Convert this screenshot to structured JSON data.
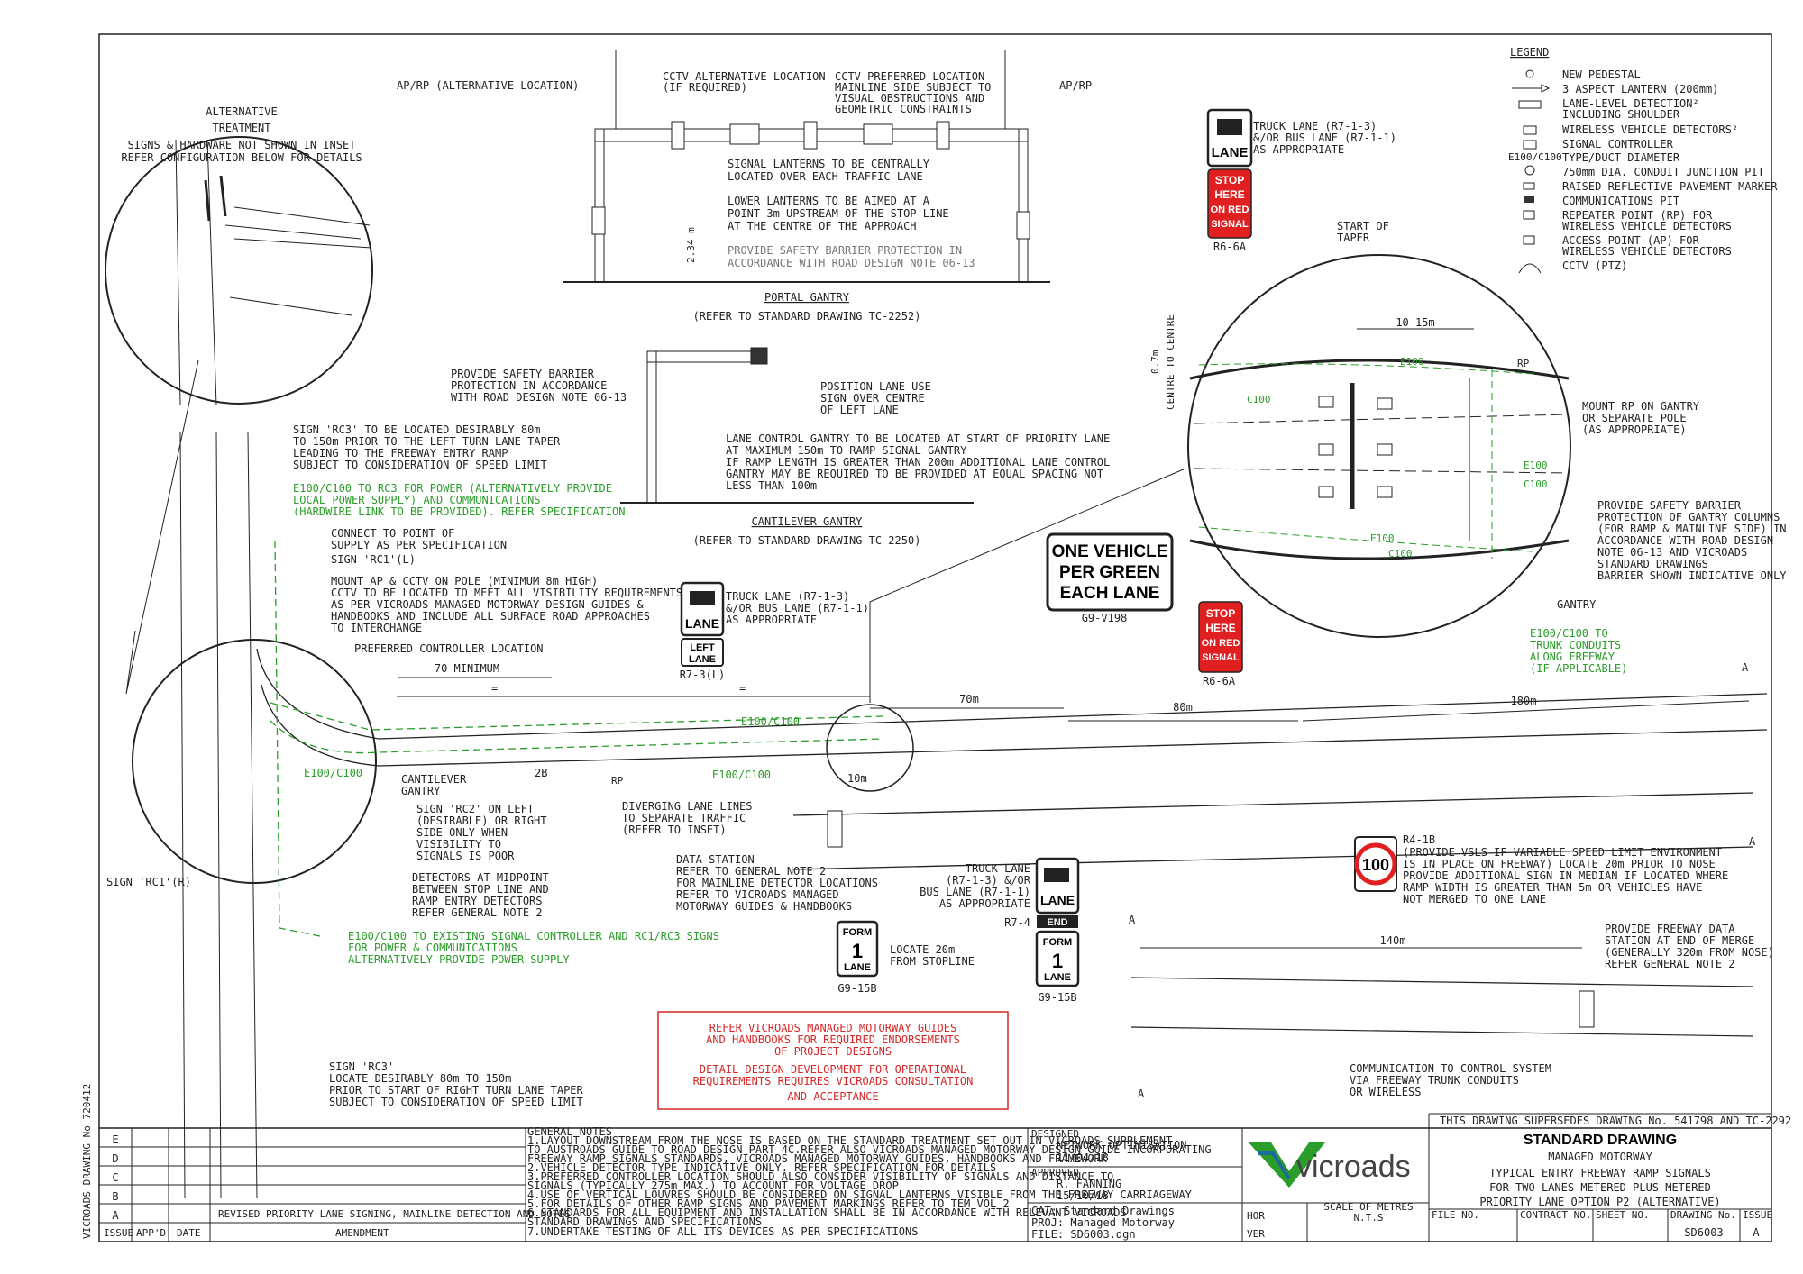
{
  "alt_treatment": {
    "title1": "ALTERNATIVE",
    "title2": "TREATMENT",
    "sub1": "SIGNS & HARDWARE NOT SHOWN IN INSET",
    "sub2": "REFER CONFIGURATION BELOW FOR DETAILS"
  },
  "portal": {
    "ap_alt": "AP/RP (ALTERNATIVE LOCATION)",
    "cctv_alt1": "CCTV ALTERNATIVE LOCATION",
    "cctv_alt2": "(IF REQUIRED)",
    "cctv_pref1": "CCTV PREFERRED LOCATION",
    "cctv_pref2": "MAINLINE SIDE SUBJECT TO",
    "cctv_pref3": "VISUAL OBSTRUCTIONS AND",
    "cctv_pref4": "GEOMETRIC CONSTRAINTS",
    "ap_rp": "AP/RP",
    "note1a": "SIGNAL LANTERNS TO BE CENTRALLY",
    "note1b": "LOCATED OVER EACH TRAFFIC LANE",
    "note2a": "LOWER LANTERNS TO BE AIMED AT A",
    "note2b": "POINT 3m UPSTREAM OF THE STOP LINE",
    "note2c": "AT THE CENTRE OF THE APPROACH",
    "note3a": "PROVIDE SAFETY BARRIER PROTECTION IN",
    "note3b": "ACCORDANCE WITH ROAD DESIGN NOTE 06-13",
    "dim": "2.34 m",
    "sign_text1": "ONE VEHICLE",
    "sign_text2": "PER GREEN",
    "sign_text3": "EACH LANE",
    "title": "PORTAL GANTRY",
    "ref": "(REFER TO STANDARD DRAWING TC-2252)"
  },
  "cantilever": {
    "barrier1": "PROVIDE SAFETY BARRIER",
    "barrier2": "PROTECTION IN ACCORDANCE",
    "barrier3": "WITH ROAD DESIGN NOTE 06-13",
    "pos1": "POSITION LANE USE",
    "pos2": "SIGN OVER CENTRE",
    "pos3": "OF LEFT LANE",
    "lc1": "LANE CONTROL GANTRY TO BE LOCATED AT START OF PRIORITY LANE",
    "lc2": "AT MAXIMUM 150m TO RAMP SIGNAL GANTRY",
    "lc3": "IF RAMP LENGTH IS GREATER THAN 200m ADDITIONAL LANE CONTROL",
    "lc4": "GANTRY MAY BE REQUIRED TO BE PROVIDED AT EQUAL SPACING NOT",
    "lc5": "LESS THAN 100m",
    "title": "CANTILEVER GANTRY",
    "ref": "(REFER TO STANDARD DRAWING TC-2250)"
  },
  "legend": {
    "title": "LEGEND",
    "items": [
      "NEW PEDESTAL",
      "3 ASPECT LANTERN  (200mm)",
      "LANE-LEVEL DETECTION²",
      "INCLUDING SHOULDER",
      "WIRELESS VEHICLE DETECTORS²",
      "SIGNAL CONTROLLER",
      "TYPE/DUCT DIAMETER",
      "750mm DIA. CONDUIT JUNCTION PIT",
      "RAISED REFLECTIVE PAVEMENT MARKER",
      "COMMUNICATIONS PIT",
      "REPEATER POINT (RP) FOR",
      "WIRELESS VEHICLE DETECTORS",
      "ACCESS POINT (AP) FOR",
      "WIRELESS VEHICLE DETECTORS",
      "CCTV (PTZ)"
    ],
    "e100": "E100/C100"
  },
  "signs": {
    "lane": "LANE",
    "truck1": "TRUCK LANE (R7-1-3)",
    "truck2": "&/OR BUS LANE (R7-1-1)",
    "truck3": "AS APPROPRIATE",
    "stop1": "STOP",
    "stop2": "HERE",
    "stop3": "ON RED",
    "stop4": "SIGNAL",
    "r66a": "R6-6A",
    "r66a2": "R6-6A",
    "left1": "LEFT",
    "left2": "LANE",
    "r73l": "R7-3(L)",
    "g9v198": "G9-V198",
    "form": "FORM",
    "one": "1",
    "g915b": "G9-15B",
    "g915b2": "G9-15B",
    "locate1": "LOCATE 20m",
    "locate2": "FROM STOPLINE",
    "truckb1": "TRUCK LANE",
    "truckb2": "(R7-1-3) &/OR",
    "truckb3": "BUS LANE (R7-1-1)",
    "truckb4": "AS APPROPRIATE",
    "r74": "R7-4",
    "end": "END",
    "speed": "100",
    "r41b": "R4-1B",
    "vsls1": "(PROVIDE VSLS IF VARIABLE SPEED LIMIT ENVIRONMENT",
    "vsls2": "IS IN PLACE ON FREEWAY) LOCATE 20m PRIOR TO NOSE",
    "vsls3": "PROVIDE ADDITIONAL SIGN IN MEDIAN IF LOCATED WHERE",
    "vsls4": "RAMP WIDTH IS GREATER THAN 5m OR VEHICLES HAVE",
    "vsls5": "NOT MERGED TO ONE LANE"
  },
  "inset": {
    "start1": "START OF",
    "start2": "TAPER",
    "dim": "10-15m",
    "ctc": "0.7m",
    "ctc2": "CENTRE TO CENTRE",
    "e100": "E100",
    "c100": "C100",
    "rp": "RP",
    "mount1": "MOUNT RP ON GANTRY",
    "mount2": "OR SEPARATE POLE",
    "mount3": "(AS APPROPRIATE)",
    "prot1": "PROVIDE SAFETY BARRIER",
    "prot2": "PROTECTION OF GANTRY COLUMNS",
    "prot3": "(FOR RAMP & MAINLINE SIDE) IN",
    "prot4": "ACCORDANCE WITH ROAD DESIGN",
    "prot5": "NOTE 06-13 AND VICROADS",
    "prot6": "STANDARD DRAWINGS",
    "prot7": "BARRIER SHOWN INDICATIVE ONLY",
    "gantry": "GANTRY",
    "trunk1": "E100/C100 TO",
    "trunk2": "TRUNK CONDUITS",
    "trunk3": "ALONG FREEWAY",
    "trunk4": "(IF APPLICABLE)"
  },
  "plan": {
    "rc3a": "SIGN 'RC3' TO BE LOCATED DESIRABLY 80m",
    "rc3b": "TO 150m PRIOR TO THE LEFT TURN LANE TAPER",
    "rc3c": "LEADING TO THE FREEWAY ENTRY RAMP",
    "rc3d": "SUBJECT TO CONSIDERATION OF SPEED LIMIT",
    "pw1": "E100/C100 TO RC3 FOR POWER (ALTERNATIVELY PROVIDE",
    "pw2": "LOCAL POWER SUPPLY) AND COMMUNICATIONS",
    "pw3": "(HARDWIRE LINK TO BE PROVIDED). REFER SPECIFICATION",
    "conn1": "CONNECT TO POINT OF",
    "conn2": "SUPPLY AS PER SPECIFICATION",
    "rc1l": "SIGN 'RC1'(L)",
    "mnt1": "MOUNT AP & CCTV ON POLE (MINIMUM 8m HIGH)",
    "mnt2": "CCTV TO BE LOCATED TO MEET ALL VISIBILITY REQUIREMENTS",
    "mnt3": "AS PER VICROADS MANAGED MOTORWAY DESIGN GUIDES &",
    "mnt4": "HANDBOOKS AND INCLUDE ALL SURFACE ROAD APPROACHES",
    "mnt5": "TO INTERCHANGE",
    "pref": "PREFERRED CONTROLLER LOCATION",
    "min70": "70 MINIMUM",
    "eq": "=",
    "m70": "70m",
    "m80": "80m",
    "m180": "180m",
    "m10": "10m",
    "m140": "140m",
    "a": "A",
    "e100c100": "E100/C100",
    "cant1": "CANTILEVER",
    "cant2": "GANTRY",
    "b2": "2B",
    "rp": "RP",
    "rc2a": "SIGN 'RC2' ON LEFT",
    "rc2b": "(DESIRABLE) OR RIGHT",
    "rc2c": "SIDE ONLY WHEN",
    "rc2d": "VISIBILITY TO",
    "rc2e": "SIGNALS IS POOR",
    "div1": "DIVERGING LANE LINES",
    "div2": "TO SEPARATE TRAFFIC",
    "div3": "(REFER TO INSET)",
    "ds1": "DATA STATION",
    "ds2": "REFER TO GENERAL NOTE 2",
    "ds3": "FOR MAINLINE DETECTOR LOCATIONS",
    "ds4": "REFER TO VICROADS MANAGED",
    "ds5": "MOTORWAY GUIDES & HANDBOOKS",
    "det1": "DETECTORS AT MIDPOINT",
    "det2": "BETWEEN STOP LINE AND",
    "det3": "RAMP ENTRY DETECTORS",
    "det4": "REFER GENERAL NOTE 2",
    "rc1r": "SIGN 'RC1'(R)",
    "ex1": "E100/C100 TO EXISTING SIGNAL CONTROLLER AND RC1/RC3 SIGNS",
    "ex2": "FOR POWER & COMMUNICATIONS",
    "ex3": "ALTERNATIVELY PROVIDE POWER SUPPLY",
    "rc3r1": "SIGN 'RC3'",
    "rc3r2": "LOCATE DESIRABLY 80m TO 150m",
    "rc3r3": "PRIOR TO START OF RIGHT TURN LANE TAPER",
    "rc3r4": "SUBJECT TO CONSIDERATION OF SPEED LIMIT",
    "fds1": "PROVIDE FREEWAY DATA",
    "fds2": "STATION AT END OF MERGE",
    "fds3": "(GENERALLY 320m FROM NOSE)",
    "fds4": "REFER GENERAL NOTE 2",
    "comm1": "COMMUNICATION TO CONTROL SYSTEM",
    "comm2": "VIA FREEWAY TRUNK CONDUITS",
    "comm3": "OR WIRELESS"
  },
  "redbox": {
    "l1": "REFER VICROADS MANAGED MOTORWAY GUIDES",
    "l2": "AND HANDBOOKS FOR REQUIRED ENDORSEMENTS",
    "l3": "OF PROJECT DESIGNS",
    "l4": "DETAIL DESIGN DEVELOPMENT FOR OPERATIONAL",
    "l5": "REQUIREMENTS REQUIRES VICROADS CONSULTATION",
    "l6": "AND ACCEPTANCE"
  },
  "titleblock": {
    "side": "VICROADS DRAWING No 720412",
    "issues": [
      "E",
      "D",
      "C",
      "B",
      "A"
    ],
    "amend_a": "REVISED PRIORITY LANE SIGNING, MAINLINE DETECTION AND NOTES",
    "h_issue": "ISSUE",
    "h_appd": "APP'D",
    "h_date": "DATE",
    "h_amend": "AMENDMENT",
    "notes_title": "GENERAL NOTES",
    "notes": [
      "1.LAYOUT DOWNSTREAM FROM THE NOSE IS BASED ON THE STANDARD TREATMENT SET OUT IN VICROADS SUPPLEMENT",
      "  TO AUSTROADS GUIDE TO ROAD DESIGN PART 4C.REFER ALSO VICROADS MANAGED MOTORWAY DESIGN GUIDE INCORPORATING",
      "  FREEWAY RAMP SIGNALS STANDARDS, VICROADS MANAGED MOTORWAY GUIDES, HANDBOOKS AND FRAMEWORK",
      "2.VEHICLE DETECTOR TYPE INDICATIVE ONLY. REFER SPECIFICATION FOR DETAILS",
      "3.PREFERRED CONTROLLER LOCATION SHOULD ALSO CONSIDER VISIBILITY OF SIGNALS AND DISTANCE TO",
      "  SIGNALS (TYPICALLY 275m MAX.) TO ACCOUNT FOR VOLTAGE DROP",
      "4.USE OF VERTICAL LOUVRES SHOULD BE CONSIDERED ON SIGNAL LANTERNS VISIBLE FROM THE FREEWAY CARRIAGEWAY",
      "5.FOR DETAILS OF OTHER RAMP SIGNS AND PAVEMENT MARKINGS REFER TO TEM VOL 2",
      "6.STANDARDS FOR ALL EQUIPMENT AND INSTALLATION SHALL BE IN ACCORDANCE WITH RELEVANT VICROADS",
      "  STANDARD DRAWINGS AND SPECIFICATIONS",
      "7.UNDERTAKE TESTING OF ALL ITS DEVICES AS PER SPECIFICATIONS"
    ],
    "designed": "DESIGNED",
    "designed_by": "NETWORK OPTIMISATION",
    "designed_date": "11/04/18",
    "approved": "APPROVED",
    "approved_by": "R. FANNING",
    "approved_date": "15/10/18",
    "cat": "CAT:  Standard Drawings",
    "proj": "PROJ: Managed Motorway",
    "file": "FILE:  SD6003.dgn",
    "hor": "HOR",
    "ver": "VER",
    "scale": "SCALE OF METRES",
    "nts": "N.T.S",
    "logo": "vicroads",
    "supersedes": "THIS DRAWING SUPERSEDES DRAWING No. 541798 AND TC-2292",
    "title1": "STANDARD DRAWING",
    "title2": "MANAGED MOTORWAY",
    "title3": "TYPICAL ENTRY FREEWAY RAMP SIGNALS",
    "title4": "FOR TWO LANES  METERED PLUS METERED",
    "title5": "PRIORITY LANE OPTION P2 (ALTERNATIVE)",
    "file_no": "FILE NO.",
    "contract_no": "CONTRACT NO.",
    "sheet_no": "SHEET NO.",
    "drawing_no": "DRAWING No.",
    "issue": "ISSUE",
    "drawing_val": "SD6003",
    "issue_val": "A"
  }
}
